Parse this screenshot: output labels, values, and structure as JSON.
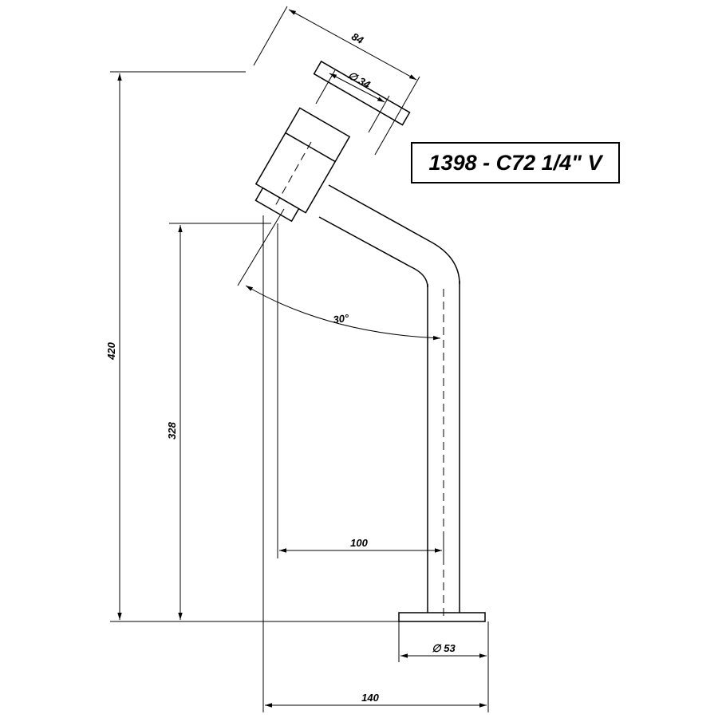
{
  "title": "1398 - C72 1/4\" V",
  "dimensions": {
    "handle_length": "84",
    "handle_diameter": "∅ 34",
    "angle": "30°",
    "total_height": "420",
    "spout_height": "328",
    "spout_reach": "100",
    "base_diameter": "∅ 53",
    "total_width": "140"
  }
}
